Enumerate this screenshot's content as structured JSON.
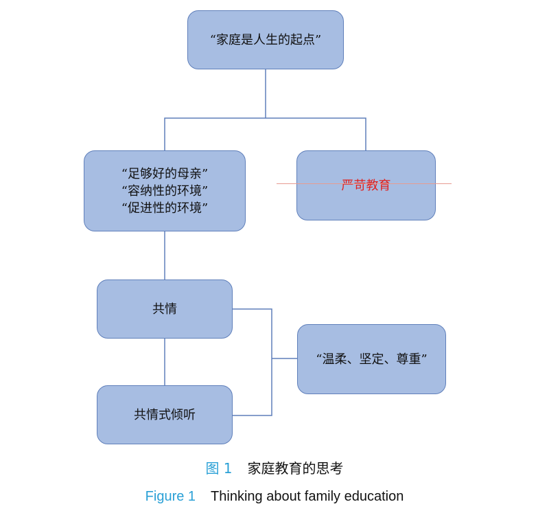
{
  "diagram": {
    "nodes": {
      "root": [
        "“家庭是人生的起点”"
      ],
      "good_mother": [
        "“足够好的母亲”",
        "“容纳性的环境”",
        "“促进性的环境”"
      ],
      "strict_education": [
        "严苛教育"
      ],
      "empathy": [
        "共情"
      ],
      "empathic_listening": [
        "共情式倾听"
      ],
      "gentle_firm_respect": [
        "“温柔、坚定、尊重”"
      ]
    },
    "edges": [
      {
        "from": "root",
        "to": "good_mother"
      },
      {
        "from": "root",
        "to": "strict_education"
      },
      {
        "from": "good_mother",
        "to": "empathy"
      },
      {
        "from": "empathy",
        "to": "empathic_listening"
      },
      {
        "from": "empathy",
        "to": "gentle_firm_respect"
      },
      {
        "from": "empathic_listening",
        "to": "gentle_firm_respect"
      }
    ],
    "colors": {
      "node_fill": "#a7bde2",
      "node_border": "#5f7fba",
      "connector": "#5f7fba",
      "rejected_text": "#e0201e",
      "strike_line": "#e79b90",
      "caption_label": "#2aa0d6"
    }
  },
  "caption": {
    "zh_label": "图 1",
    "zh_text": "家庭教育的思考",
    "en_label": "Figure 1",
    "en_text": "Thinking about family education"
  }
}
